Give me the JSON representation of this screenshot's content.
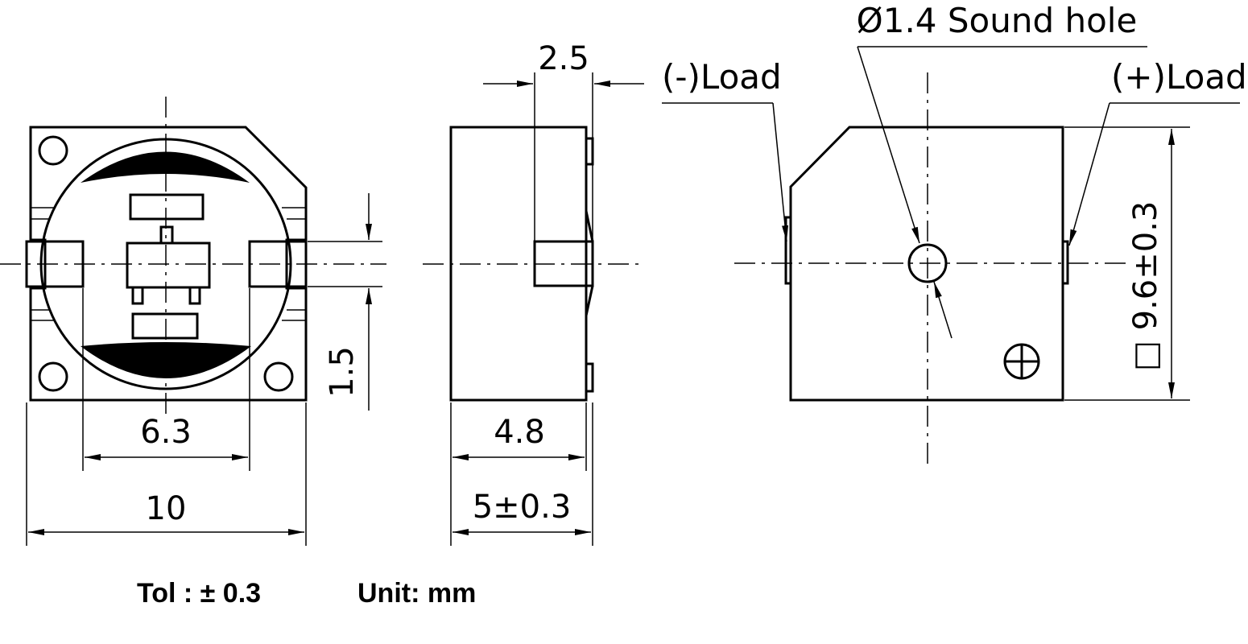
{
  "front_view": {
    "dim_width": "10",
    "dim_inner": "6.3",
    "dim_pad": "1.5"
  },
  "side_view": {
    "dim_terminal": "2.5",
    "dim_body": "4.8",
    "dim_total": "5±0.3"
  },
  "top_view": {
    "sound_hole": "Ø1.4 Sound hole",
    "neg_load": "(-)Load",
    "pos_load": "(+)Load",
    "dim_square": "9.6±0.3",
    "square_symbol": "□"
  },
  "notes": {
    "tolerance": "Tol : ± 0.3",
    "unit": "Unit: mm"
  }
}
